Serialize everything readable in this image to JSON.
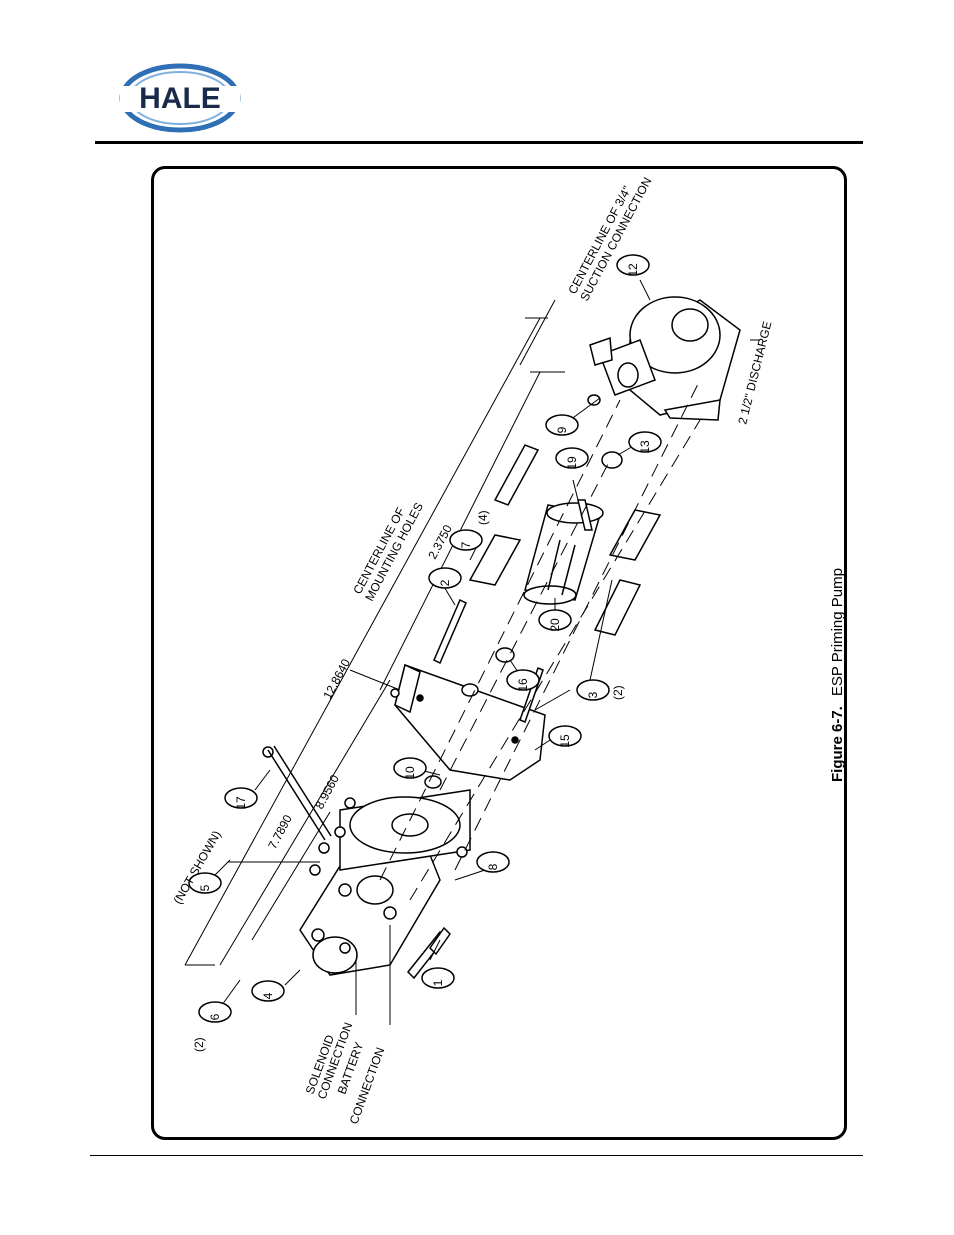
{
  "header": {
    "logo_text": "HALE"
  },
  "figure": {
    "caption_label": "Figure 6-7.",
    "caption_title": "ESP Priming Pump",
    "callouts": [
      "1",
      "2",
      "3",
      "4",
      "5",
      "6",
      "7",
      "8",
      "9",
      "10",
      "12",
      "13",
      "15",
      "16",
      "17",
      "19",
      "20"
    ],
    "qty_2_a": "(2)",
    "qty_2_b": "(2)",
    "qty_4": "(4)",
    "not_shown": "(NOT SHOWN)",
    "dim_12_8640": "12.8640",
    "dim_8_9560": "8.9560",
    "dim_7_7890": "7.7890",
    "dim_2_3750": "2.3750",
    "centerline_mounting_1": "CENTERLINE OF",
    "centerline_mounting_2": "MOUNTING HOLES",
    "centerline_suction_1": "CENTERLINE OF 3/4\"",
    "centerline_suction_2": "SUCTION CONNECTION",
    "discharge": "2 1/2\" DISCHARGE",
    "solenoid_1": "SOLENOID",
    "solenoid_2": "CONNECTION",
    "battery_1": "BATTERY",
    "battery_2": "CONNECTION"
  }
}
